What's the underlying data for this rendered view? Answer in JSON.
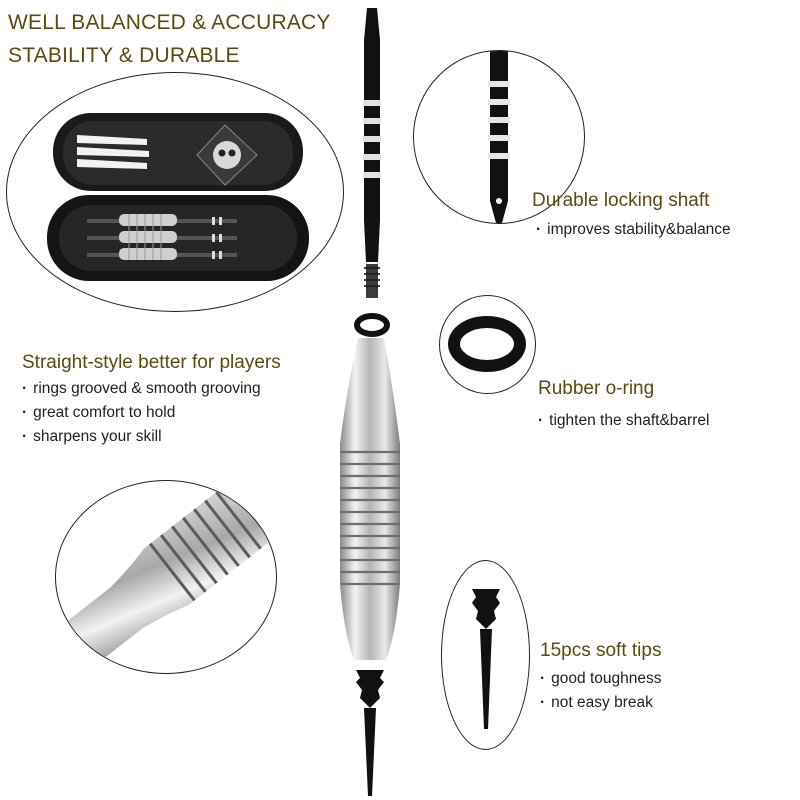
{
  "headline": {
    "line1": "WELL BALANCED & ACCURACY",
    "line2": "STABILITY & DURABLE"
  },
  "features": {
    "shaft": {
      "title": "Durable locking shaft",
      "bullets": [
        "improves stability&balance"
      ]
    },
    "barrel": {
      "title": "Straight-style better for players",
      "bullets": [
        "rings grooved & smooth grooving",
        "great comfort to hold",
        "sharpens your skill"
      ]
    },
    "oring": {
      "title": "Rubber o-ring",
      "bullets": [
        "tighten the shaft&barrel"
      ]
    },
    "tips": {
      "title": "15pcs soft tips",
      "bullets": [
        "good toughness",
        "not easy break"
      ]
    }
  },
  "colors": {
    "title_text": "#5b4a12",
    "body_text": "#222222",
    "metal": "#c9c9c9",
    "black": "#111111"
  }
}
